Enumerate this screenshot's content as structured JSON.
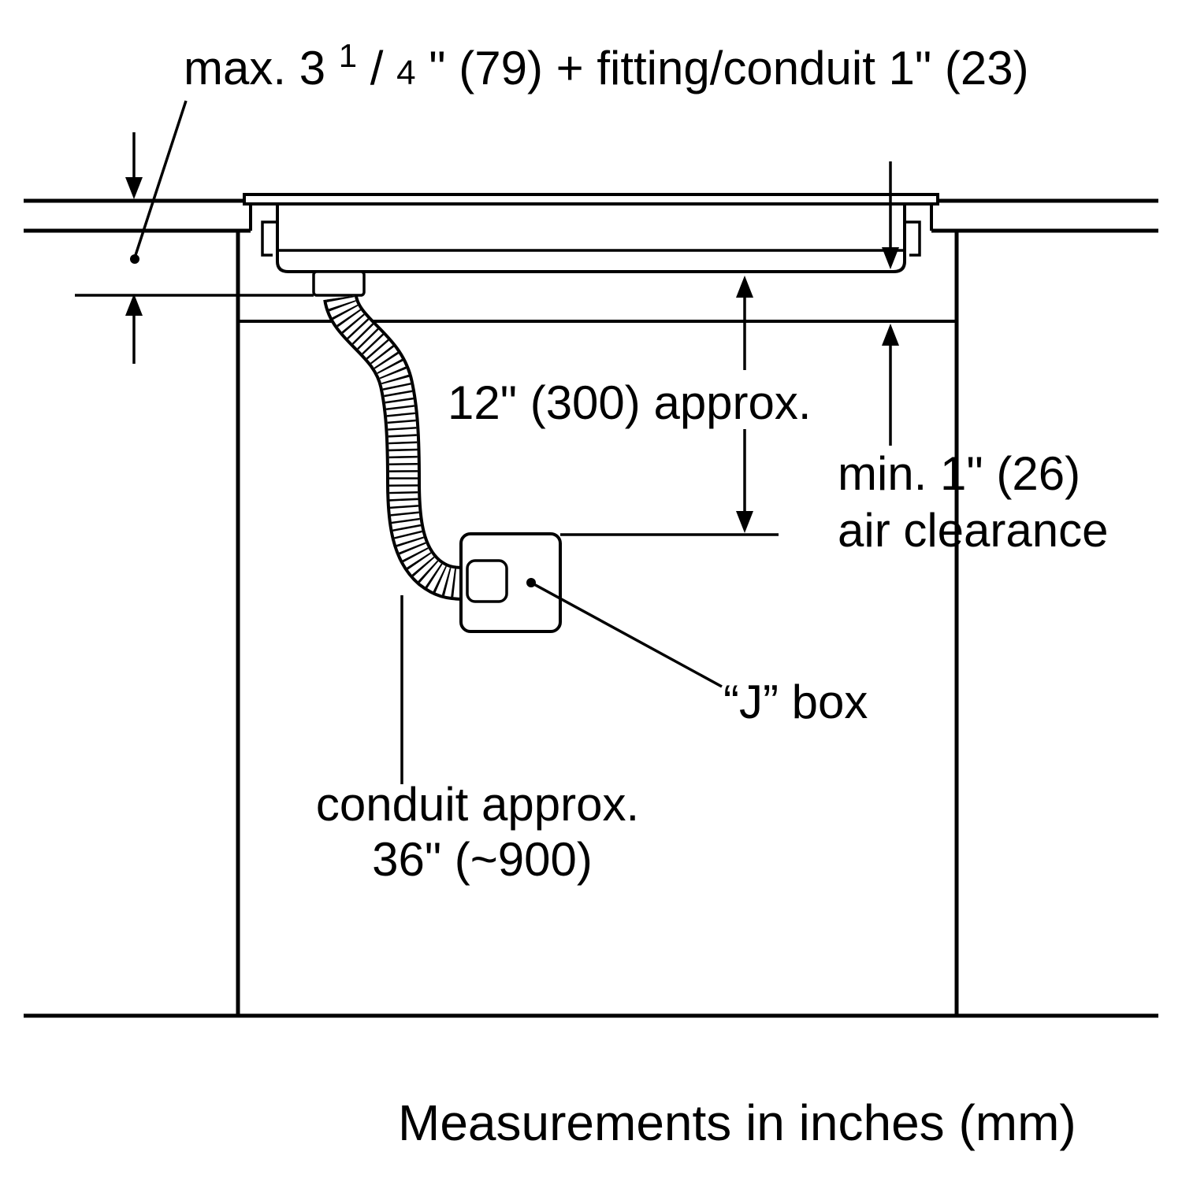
{
  "figure": {
    "background": "#ffffff",
    "ink": "#000000",
    "top_dimension": {
      "prefix": "max. 3",
      "frac_numerator": "1",
      "frac_slash": "/",
      "frac_denominator": "4",
      "suffix": "\" (79) + fitting/conduit 1\" (23)"
    },
    "vertical_dimension": "12\" (300) approx.",
    "air_clearance": {
      "line1": "min. 1\" (26)",
      "line2": "air clearance"
    },
    "junction_box_label": "“J” box",
    "conduit_label": {
      "line1": "conduit approx.",
      "line2": "36\" (~900)"
    },
    "caption": "Measurements in inches (mm)"
  }
}
